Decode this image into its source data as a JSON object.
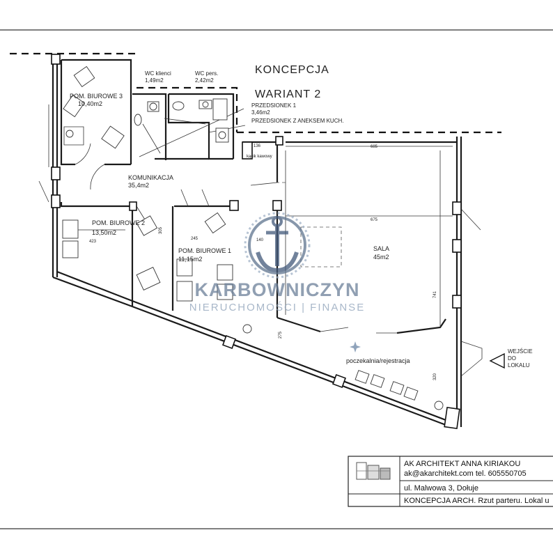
{
  "concept": {
    "line1": "KONCEPCJA",
    "line2": "WARIANT  2"
  },
  "rooms": {
    "office3": {
      "name": "POM. BIUROWE 3",
      "area": "10,40m2"
    },
    "wc_clients": {
      "name": "WC klienci",
      "area": "1,49m2"
    },
    "wc_staff": {
      "name": "WC pers.",
      "area": "2,42m2"
    },
    "vestibule1": {
      "name": "PRZEDSIONEK  1",
      "area": "3,46m2"
    },
    "vestibule_kitchen": {
      "name": "PRZEDSIONEK Z ANEKSEM KUCH."
    },
    "corridor": {
      "name": "KOMUNIKACJA",
      "area": "35,4m2"
    },
    "office2": {
      "name": "POM.  BIUROWE 2",
      "area": "13,50m2"
    },
    "office1": {
      "name": "POM.  BIUROWE 1",
      "area": "11,15m2"
    },
    "hall": {
      "name": "SALA",
      "area": "45m2"
    },
    "waiting": {
      "name": "poczekalnia/rejestracja"
    }
  },
  "dimensions": {
    "d136": "136",
    "kitchen": "kącik kawowy",
    "d685": "685",
    "d675": "675",
    "d423": "423",
    "d245": "245",
    "d140": "140",
    "d305": "305",
    "d741": "741",
    "d320": "320",
    "d275": "275"
  },
  "entrance": {
    "line1": "WEJŚCIE",
    "line2": "DO",
    "line3": "LOKALU"
  },
  "watermark": {
    "name": "KARBOWNICZYN",
    "sub": "NIERUCHOMOŚCI  |  FINANSE"
  },
  "titleblock": {
    "firm": "AK ARCHITEKT ANNA KIRIAKOU",
    "contact": "ak@akarchitekt.com  tel. 605550705",
    "address": "ul. Malwowa 3, Dołuje",
    "project": "KONCEPCJA ARCH. Rzut parteru. Lokal u"
  },
  "icons": [
    "anchor-logo-icon",
    "architect-logo-icon",
    "entrance-arrow-icon",
    "sparkle-icon"
  ]
}
